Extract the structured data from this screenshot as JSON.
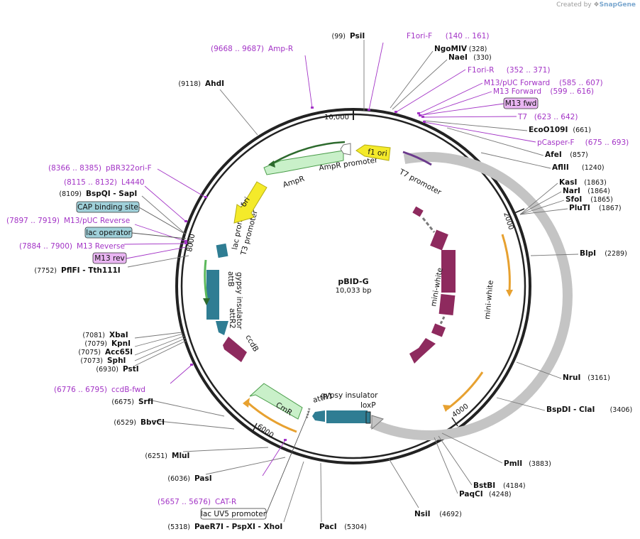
{
  "brand": {
    "created_by": "Created by",
    "app": "SnapGene"
  },
  "plasmid": {
    "name": "pBID-G",
    "size": "10,033 bp",
    "length": 10033
  },
  "colors": {
    "enzyme": "#111111",
    "primer": "#a334c6",
    "primer_box": "#e9b5f2",
    "box_blue": "#9fd0d9",
    "box_white": "#ffffff",
    "magenta": "#8e2a5e",
    "gray": "#c4c4c4",
    "teal": "#2f7d93",
    "green_arrow": "#c9f0c9",
    "yellow": "#f4ea2a",
    "orange": "#e7a130",
    "dark_green": "#2d6a2d"
  },
  "ticks": [
    "2000",
    "4000",
    "6000",
    "8000",
    "10,000"
  ],
  "enzymes": [
    {
      "name": "PsiI",
      "pos": "(99)"
    },
    {
      "name": "NgoMIV",
      "pos": "(328)"
    },
    {
      "name": "NaeI",
      "pos": "(330)"
    },
    {
      "name": "EcoO109I",
      "pos": "(661)"
    },
    {
      "name": "AfeI",
      "pos": "(857)"
    },
    {
      "name": "AflII",
      "pos": "(1240)"
    },
    {
      "name": "KasI",
      "pos": "(1863)"
    },
    {
      "name": "NarI",
      "pos": "(1864)"
    },
    {
      "name": "SfoI",
      "pos": "(1865)"
    },
    {
      "name": "PluTI",
      "pos": "(1867)"
    },
    {
      "name": "BlpI",
      "pos": "(2289)"
    },
    {
      "name": "NruI",
      "pos": "(3161)"
    },
    {
      "name": "BspDI - ClaI",
      "pos": "(3406)"
    },
    {
      "name": "PmlI",
      "pos": "(3883)"
    },
    {
      "name": "BstBI",
      "pos": "(4184)"
    },
    {
      "name": "PaqCI",
      "pos": "(4248)"
    },
    {
      "name": "NsiI",
      "pos": "(4692)"
    },
    {
      "name": "PacI",
      "pos": "(5304)"
    },
    {
      "name": "PaeR7I - PspXI - XhoI",
      "pos": "(5318)"
    },
    {
      "name": "PasI",
      "pos": "(6036)"
    },
    {
      "name": "MluI",
      "pos": "(6251)"
    },
    {
      "name": "BbvCI",
      "pos": "(6529)"
    },
    {
      "name": "SrfI",
      "pos": "(6675)"
    },
    {
      "name": "PstI",
      "pos": "(6930)"
    },
    {
      "name": "SphI",
      "pos": "(7073)"
    },
    {
      "name": "Acc65I",
      "pos": "(7075)"
    },
    {
      "name": "KpnI",
      "pos": "(7079)"
    },
    {
      "name": "XbaI",
      "pos": "(7081)"
    },
    {
      "name": "PflFI - Tth111I",
      "pos": "(7752)"
    },
    {
      "name": "BspQI - SapI",
      "pos": "(8109)"
    },
    {
      "name": "AhdI",
      "pos": "(9118)"
    }
  ],
  "primers": [
    {
      "name": "F1ori-F",
      "range": "(140 .. 161)"
    },
    {
      "name": "F1ori-R",
      "range": "(352 .. 371)"
    },
    {
      "name": "M13/pUC Forward",
      "range": "(585 .. 607)"
    },
    {
      "name": "M13 Forward",
      "range": "(599 .. 616)"
    },
    {
      "name": "T7",
      "range": "(623 .. 642)"
    },
    {
      "name": "pCasper-F",
      "range": "(675 .. 693)"
    },
    {
      "name": "CAT-R",
      "range": "(5657 .. 5676)"
    },
    {
      "name": "ccdB-fwd",
      "range": "(6776 .. 6795)"
    },
    {
      "name": "M13 Reverse",
      "range": "(7884 .. 7900)"
    },
    {
      "name": "M13/pUC Reverse",
      "range": "(7897 .. 7919)"
    },
    {
      "name": "L4440",
      "range": "(8115 .. 8132)"
    },
    {
      "name": "pBR322ori-F",
      "range": "(8366 .. 8385)"
    },
    {
      "name": "Amp-R",
      "range": "(9668 .. 9687)"
    }
  ],
  "boxed_labels": [
    "M13 fwd",
    "CAP binding site",
    "lac operator",
    "M13 rev",
    "lac UV5 promoter"
  ],
  "features": [
    "f1 ori",
    "AmpR promoter",
    "AmpR",
    "ori",
    "lac promoter",
    "T3 promoter",
    "T7 promoter",
    "mini-white",
    "mini-white",
    "attB",
    "gypsy insulator",
    "attR2",
    "ccdB",
    "CmR",
    "attR1",
    "gypsy insulator",
    "loxP"
  ]
}
